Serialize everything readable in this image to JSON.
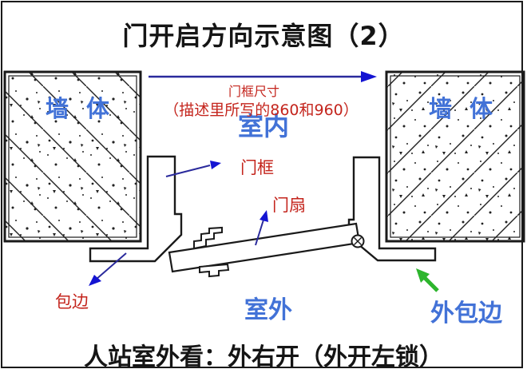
{
  "title": "门开启方向示意图（2）",
  "caption": "人站室外看：外右开（外开左锁）",
  "labels": {
    "wall_left": "墙 体",
    "wall_right": "墙 体",
    "indoor": "室内",
    "outdoor": "室外",
    "frame_dim_line1": "门框尺寸",
    "frame_dim_line2": "（描述里所写的860和960）",
    "door_frame": "门框",
    "door_leaf": "门扇",
    "edge_wrap": "包边",
    "outer_edge_wrap": "外包边"
  },
  "colors": {
    "label_red": "#c4251d",
    "label_blue": "#4272d7",
    "arrow_navy": "#2a2a9c",
    "arrowhead_blue": "#1414d2",
    "arrow_green": "#2db52d",
    "line_black": "#1a1a1a",
    "background": "#ffffff"
  }
}
